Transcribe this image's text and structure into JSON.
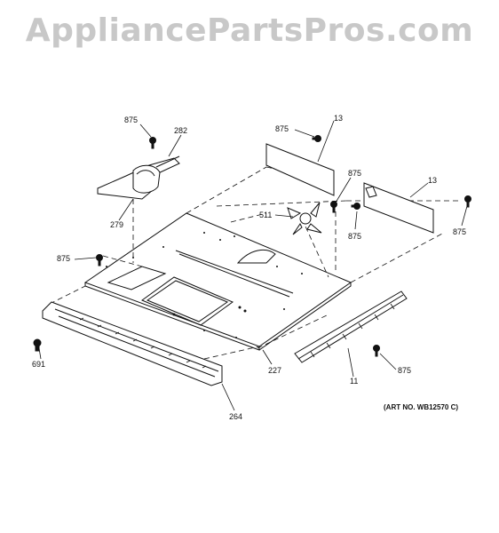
{
  "watermark": "AppliancePartsPros.com",
  "art_number": "(ART NO. WB12570 C)",
  "callouts": [
    {
      "id": "c875a",
      "text": "875"
    },
    {
      "id": "c282",
      "text": "282"
    },
    {
      "id": "c279",
      "text": "279"
    },
    {
      "id": "c875b",
      "text": "875"
    },
    {
      "id": "c13a",
      "text": "13"
    },
    {
      "id": "c875c",
      "text": "875"
    },
    {
      "id": "c511",
      "text": "511"
    },
    {
      "id": "c875d",
      "text": "875"
    },
    {
      "id": "c13b",
      "text": "13"
    },
    {
      "id": "c875e",
      "text": "875"
    },
    {
      "id": "c875f",
      "text": "875"
    },
    {
      "id": "c691",
      "text": "691"
    },
    {
      "id": "c264",
      "text": "264"
    },
    {
      "id": "c227",
      "text": "227"
    },
    {
      "id": "c11",
      "text": "11"
    },
    {
      "id": "c875g",
      "text": "875"
    }
  ]
}
